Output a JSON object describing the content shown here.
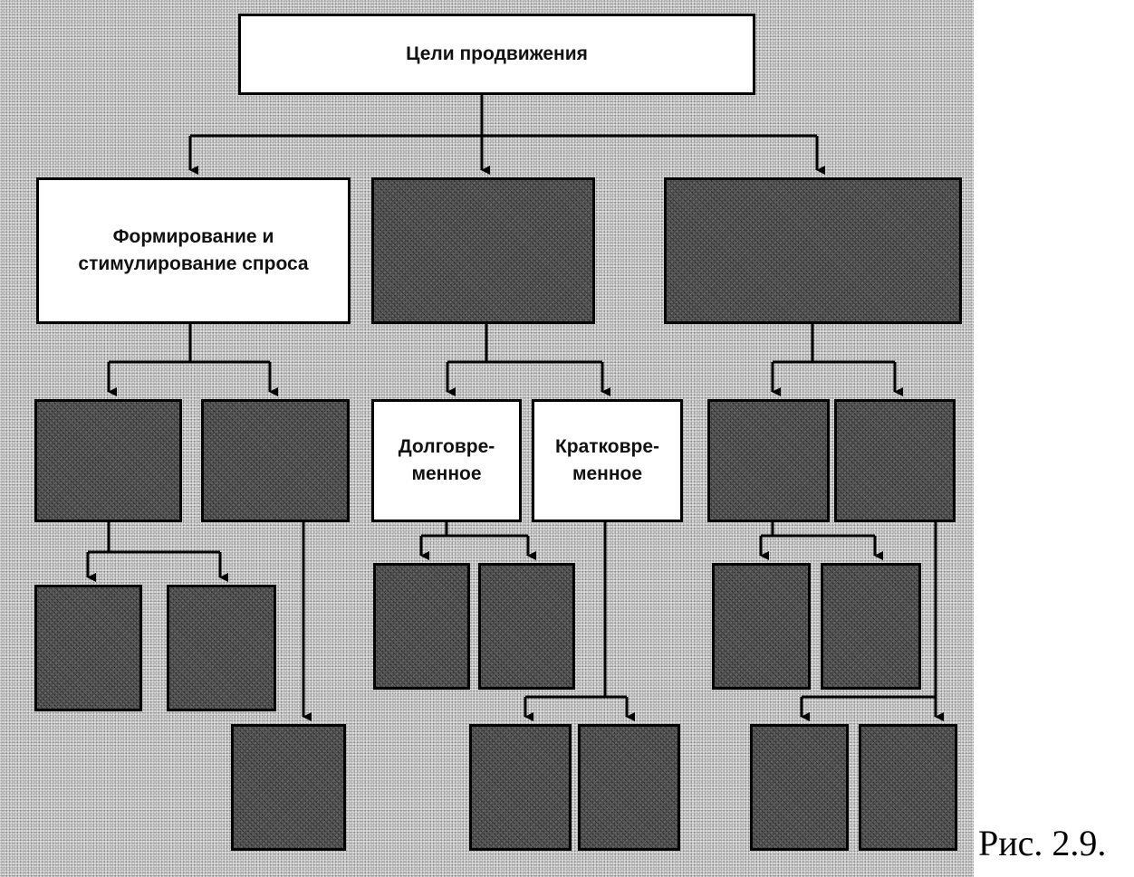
{
  "diagram": {
    "root": {
      "label": "Цели продвижения"
    },
    "branches": [
      {
        "label": "Формирование и стимулирование спроса",
        "children": [
          {
            "label": "",
            "children": [
              {
                "label": ""
              },
              {
                "label": ""
              }
            ]
          },
          {
            "label": "",
            "children": [
              {
                "label": ""
              }
            ]
          }
        ]
      },
      {
        "label": "",
        "children": [
          {
            "label": "Долговре-\nменное",
            "children": [
              {
                "label": ""
              },
              {
                "label": ""
              }
            ]
          },
          {
            "label": "Кратковре-\nменное",
            "children": [
              {
                "label": ""
              },
              {
                "label": ""
              }
            ]
          }
        ]
      },
      {
        "label": "",
        "children": [
          {
            "label": "",
            "children": [
              {
                "label": ""
              },
              {
                "label": ""
              }
            ]
          },
          {
            "label": "",
            "children": [
              {
                "label": ""
              },
              {
                "label": ""
              }
            ]
          }
        ]
      }
    ]
  },
  "caption": "Рис. 2.9."
}
